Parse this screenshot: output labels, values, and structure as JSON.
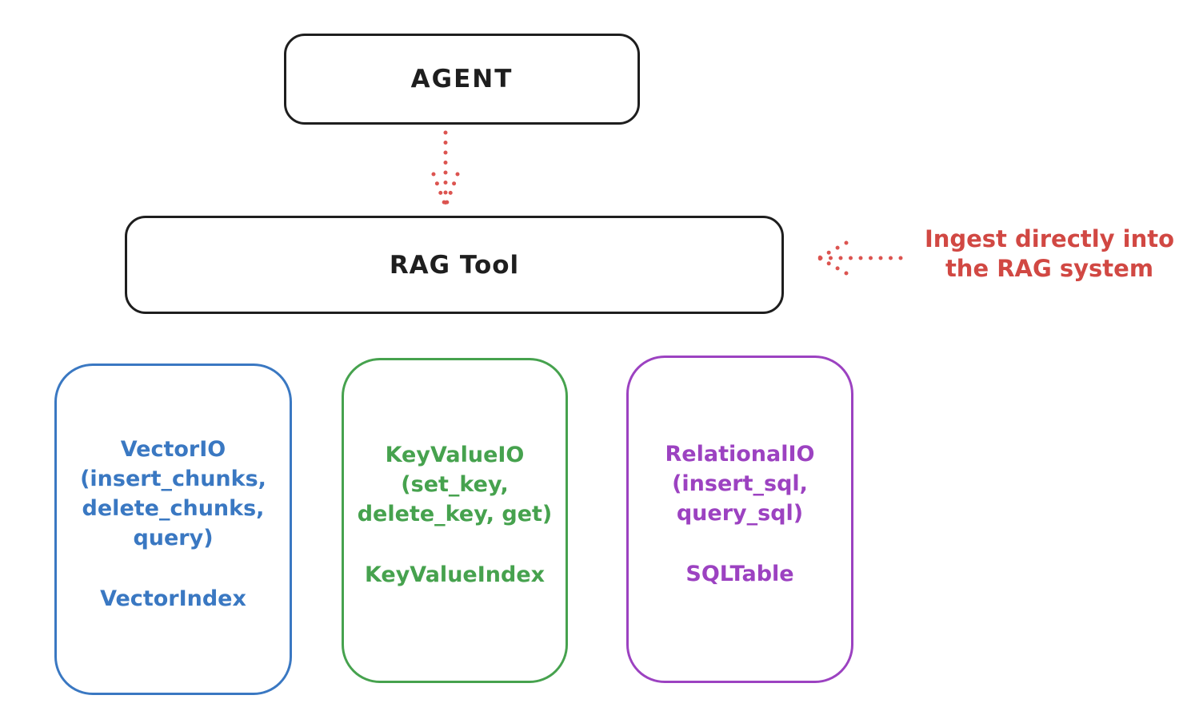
{
  "nodes": {
    "agent": {
      "label": "AGENT"
    },
    "rag_tool": {
      "label": "RAG Tool"
    },
    "vector_io": {
      "title_lines": [
        "VectorIO",
        "(insert_chunks,",
        "delete_chunks,",
        "query)"
      ],
      "index_label": "VectorIndex",
      "color": "#3a78c2"
    },
    "keyvalue_io": {
      "title_lines": [
        "KeyValueIO",
        "(set_key,",
        "delete_key, get)"
      ],
      "index_label": "KeyValueIndex",
      "color": "#46a24e"
    },
    "relational_io": {
      "title_lines": [
        "RelationalIO",
        "(insert_sql,",
        "query_sql)"
      ],
      "index_label": "SQLTable",
      "color": "#9c42c1"
    }
  },
  "annotation": {
    "lines": [
      "Ingest directly into",
      "the RAG system"
    ],
    "color": "#d14843"
  },
  "arrows": {
    "agent_to_rag": {
      "style": "dotted",
      "direction": "down",
      "color": "#dc5450"
    },
    "ingest_to_rag": {
      "style": "dotted",
      "direction": "left",
      "color": "#dc5450"
    }
  },
  "colors": {
    "stroke_black": "#1e1e1e",
    "background": "#ffffff"
  }
}
